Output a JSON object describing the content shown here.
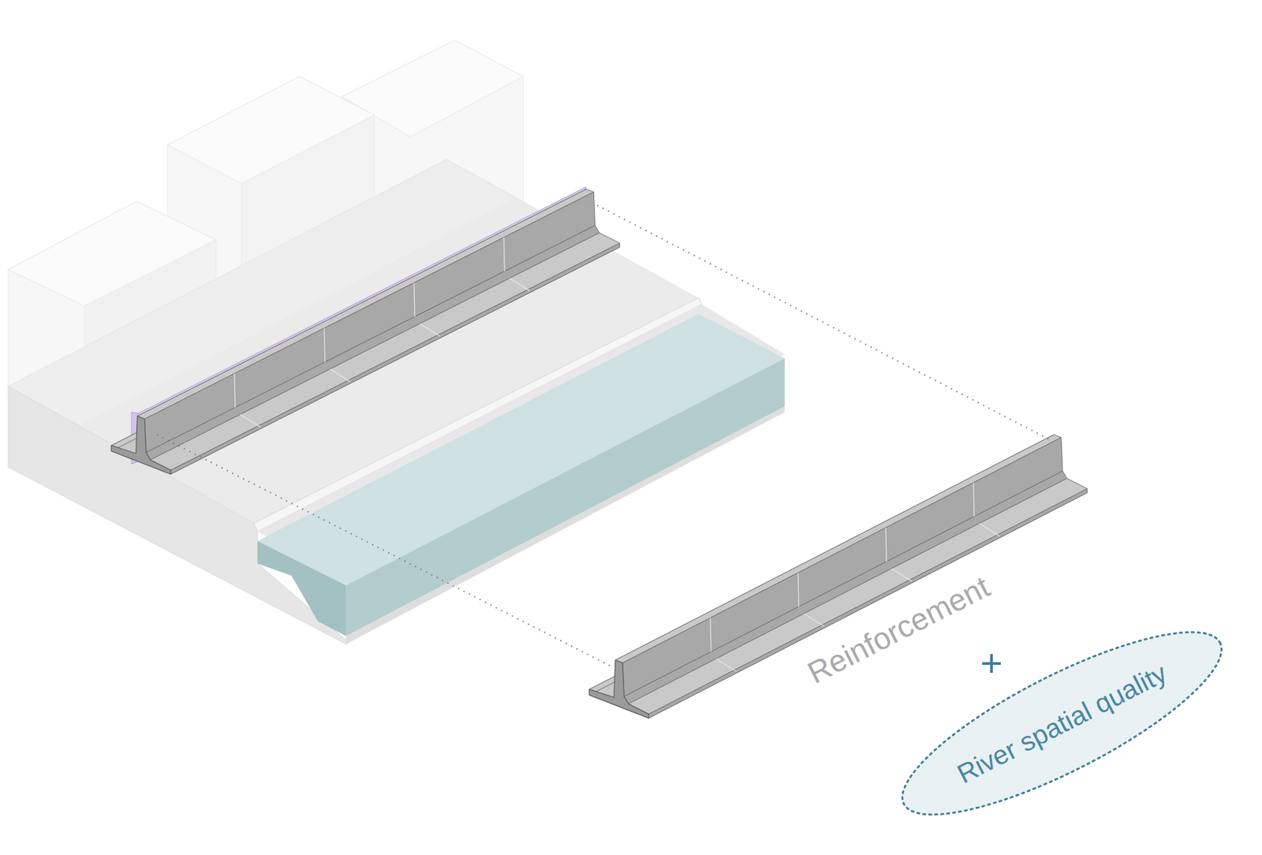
{
  "diagram": {
    "nodes": [
      {
        "text": [
          "River spatial quality"
        ]
      }
    ],
    "labels": [
      "Reinforcement",
      "+"
    ]
  }
}
